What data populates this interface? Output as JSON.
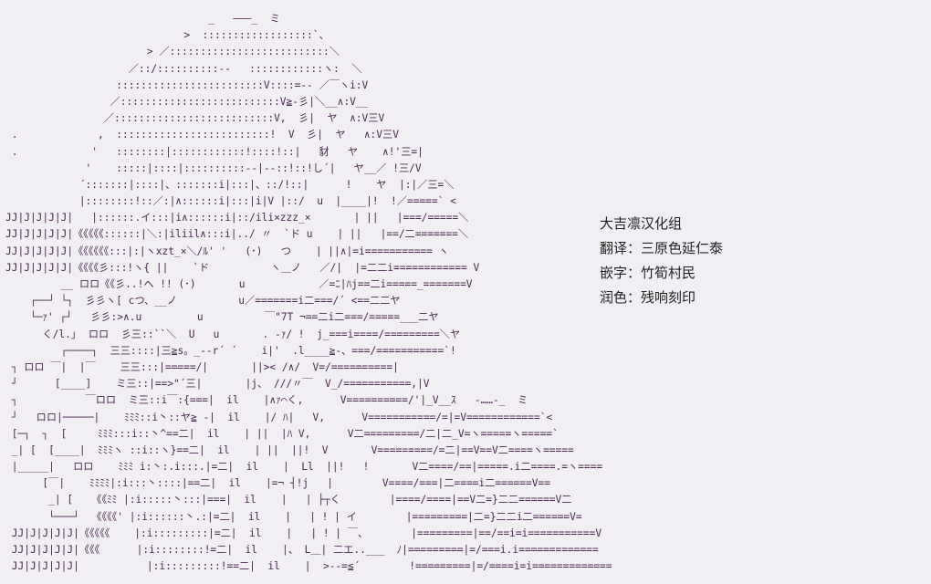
{
  "credits": {
    "group": "大吉凛汉化组",
    "translation": "翻译：三原色延仁泰",
    "typesetting": "嵌字：竹筍村民",
    "proofreading": "润色：残响刻印"
  },
  "ascii_art": [
    "                                 _   ———_  ミ",
    "                             >  ::::::::::::::::::`、",
    "                       > ／::::::::::::::::::::::::::＼",
    "                    ／::/::::::::::--   ::::::::::::ヽ:  ＼",
    "                  ::::::::::::::::::::::::V::::=-- ／￣ヽi:V",
    "                 ／::::::::::::::::::::::::::V≧-彡|＼__∧:V__",
    "                ／::::::::::::::::::::::::::V,  彡|  ヤ  ∧:V三V",
    " .             ,  :::::::::::::::::::::::::!  V  彡|  ヤ   ∧:V三V",
    " .            '   ::::::::|::::::::::::!::::!::|   豺   ヤ    ∧!'三=|",
    "             '    :::::|::::|::::::::::--|--::!::!し´|   ヤ__／ !三/V",
    "            ´:::::::|::::|、:::::::i|:::|、::/!::|      !    ヤ  |:|／三=＼",
    "            |::::::::!::／:|∧::::::i|:::|i|V |::/  u  |____|!  !／=====` <",
    "JJ|J|J|J|J|   |::::::.イ:::|i∧::::::i|::/ili×zzz_×       | ||   |===/=====＼",
    "JJ|J|J|J|J|《《《《《::::::|＼:|iliil∧:::i|../ 〃  `ド u    | ||   |==/二=======＼",
    "JJ|J|J|J|J|《《《《《《:::|:|ヽxzt_×＼/ﾙ' '   (･)   つ    | ||∧|=i=========== ヽ",
    "JJ|J|J|J|J|《《《《彡:::!ヽ{ ||    `ド          ヽ＿ノ   ／/|  |=二二i============ V",
    "         __ ロロ《《彡..!ヘ !! (･)       u            ／=ﾆ|ﾊj==二i=====_=======V",
    "    ┌──┘ └┐  彡彡ヽ[ cつ、__ノ          u／=======i二===/´ <==二二ヤ",
    "    └─ｧ' ┌┘   彡彡:>∧.u         u          ￣\"7T ¬==二i二===/=====___二ヤ",
    "      く/l.｣  ロロ  彡三::``＼  U   u       . -ｧ/ !  j_===i====/=========＼ヤ",
    "         ┌────┐  三三::::|三≧s。_--r´ ´    i|'  .l____≧-、===/===========`!",
    " ┐ ロロ ￣|  |￣    三三:::|=====/|       ||>< /∧/  V=/==========|",
    " ┘      [____]    ミ三::|==>\"´三|       |j、 ///〃￣  V_/===========,|V",
    " ┐           ￣ロロ  ミ三::i￣:{===|  il    |∧ｧ⌒く,      V==========/'|_V__ｽ   -……-_  ミ",
    " ┘   ロロ|─────|    ﾐﾐﾐ::i丶::ヤ≧ -|  il    |/ ﾊ|   V,      V===========/=|=V============`<",
    " [─┐  ┐  [     ﾐﾐﾐ:::i::丶^==二|  il    | ||  |ﾊ V,      V二=========/二|二_V=ヽ=====ヽ=====`",
    " _| [  [____|  ﾐﾐﾐヽ ::i::ヽ}==二|  il    | ||  ||!  V       V=========/=二|==V==V二====ヽ=====",
    " |_____|   ロロ    ﾐﾐﾐ i:丶:.i:::.|=二|  il    |  Ll  ||!   !       V二====/==|=====.i二====.=ヽ====",
    "      [￣|    ﾐﾐﾐﾐ|:i:::丶::::|==二|  il    |=¬ ┤!j   |        V====/===|二====i二======V==",
    "       _| [   《《ﾐﾐ |:i:::::丶:::|===|  il    |   | ├┬く        |====/====|==V二=}二二======V二",
    "       └───┘  《《《《' |:i::::::丶.:|=二|  il    |   | ! | イ        |=========|二=}二二i二======V=",
    " JJ|J|J|J|J|《《《《《    |:i:::::::::|=二|  il    |   | ! | ￣、       |=========|==/==i=i===========V",
    " JJ|J|J|J|J|《《《      |:i::::::::!=二|  il    |、 L＿| 二エ..___  ﾉ|=========|=/===i.i=============",
    " JJ|J|J|J|J|           |:i:::::::::!==二|  il    |  >--=≦´        !=========|=/====i=i============="
  ]
}
